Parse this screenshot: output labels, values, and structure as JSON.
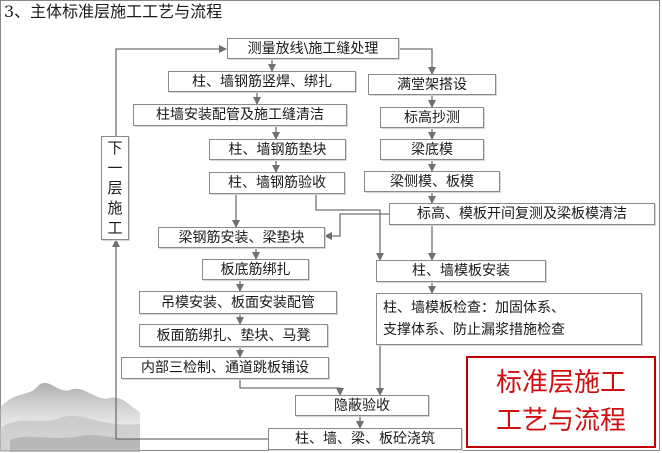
{
  "heading": "3、主体标准层施工工艺与流程",
  "nodes": {
    "survey": "测量放线\\施工缝处理",
    "col_rebar_weld": "柱、墙钢筋竖焊、绑扎",
    "scaffold": "满堂架搭设",
    "col_pipe": "柱墙安装配管及施工缝清洁",
    "level_measure": "标高抄测",
    "col_pad": "柱、墙钢筋垫块",
    "beam_bottom": "梁底模",
    "col_check": "柱、墙钢筋验收",
    "beam_side": "梁侧模、板模",
    "recheck": "标高、模板开间复测及梁板模清洁",
    "beam_rebar": "梁钢筋安装、梁垫块",
    "col_form": "柱、墙模板安装",
    "slab_bottom_rebar": "板底筋绑扎",
    "hang_form": "吊模安装、板面安装配管",
    "form_check_line1": "柱、墙模板检查：加固体系、",
    "form_check_line2": "支撑体系、防止漏浆措施检查",
    "slab_top_rebar": "板面筋绑扎、垫块、马凳",
    "inspection": "内部三检制、通道跳板铺设",
    "hidden_check": "隐蔽验收",
    "pour": "柱、墙、梁、板砼浇筑",
    "next_floor": [
      "下",
      "一",
      "层",
      "施",
      "工"
    ]
  },
  "badge": {
    "line1": "标准层施工",
    "line2": "工艺与流程"
  },
  "colors": {
    "badge_border": "#c00000",
    "badge_text": "#d01010",
    "connector": "#707070"
  }
}
